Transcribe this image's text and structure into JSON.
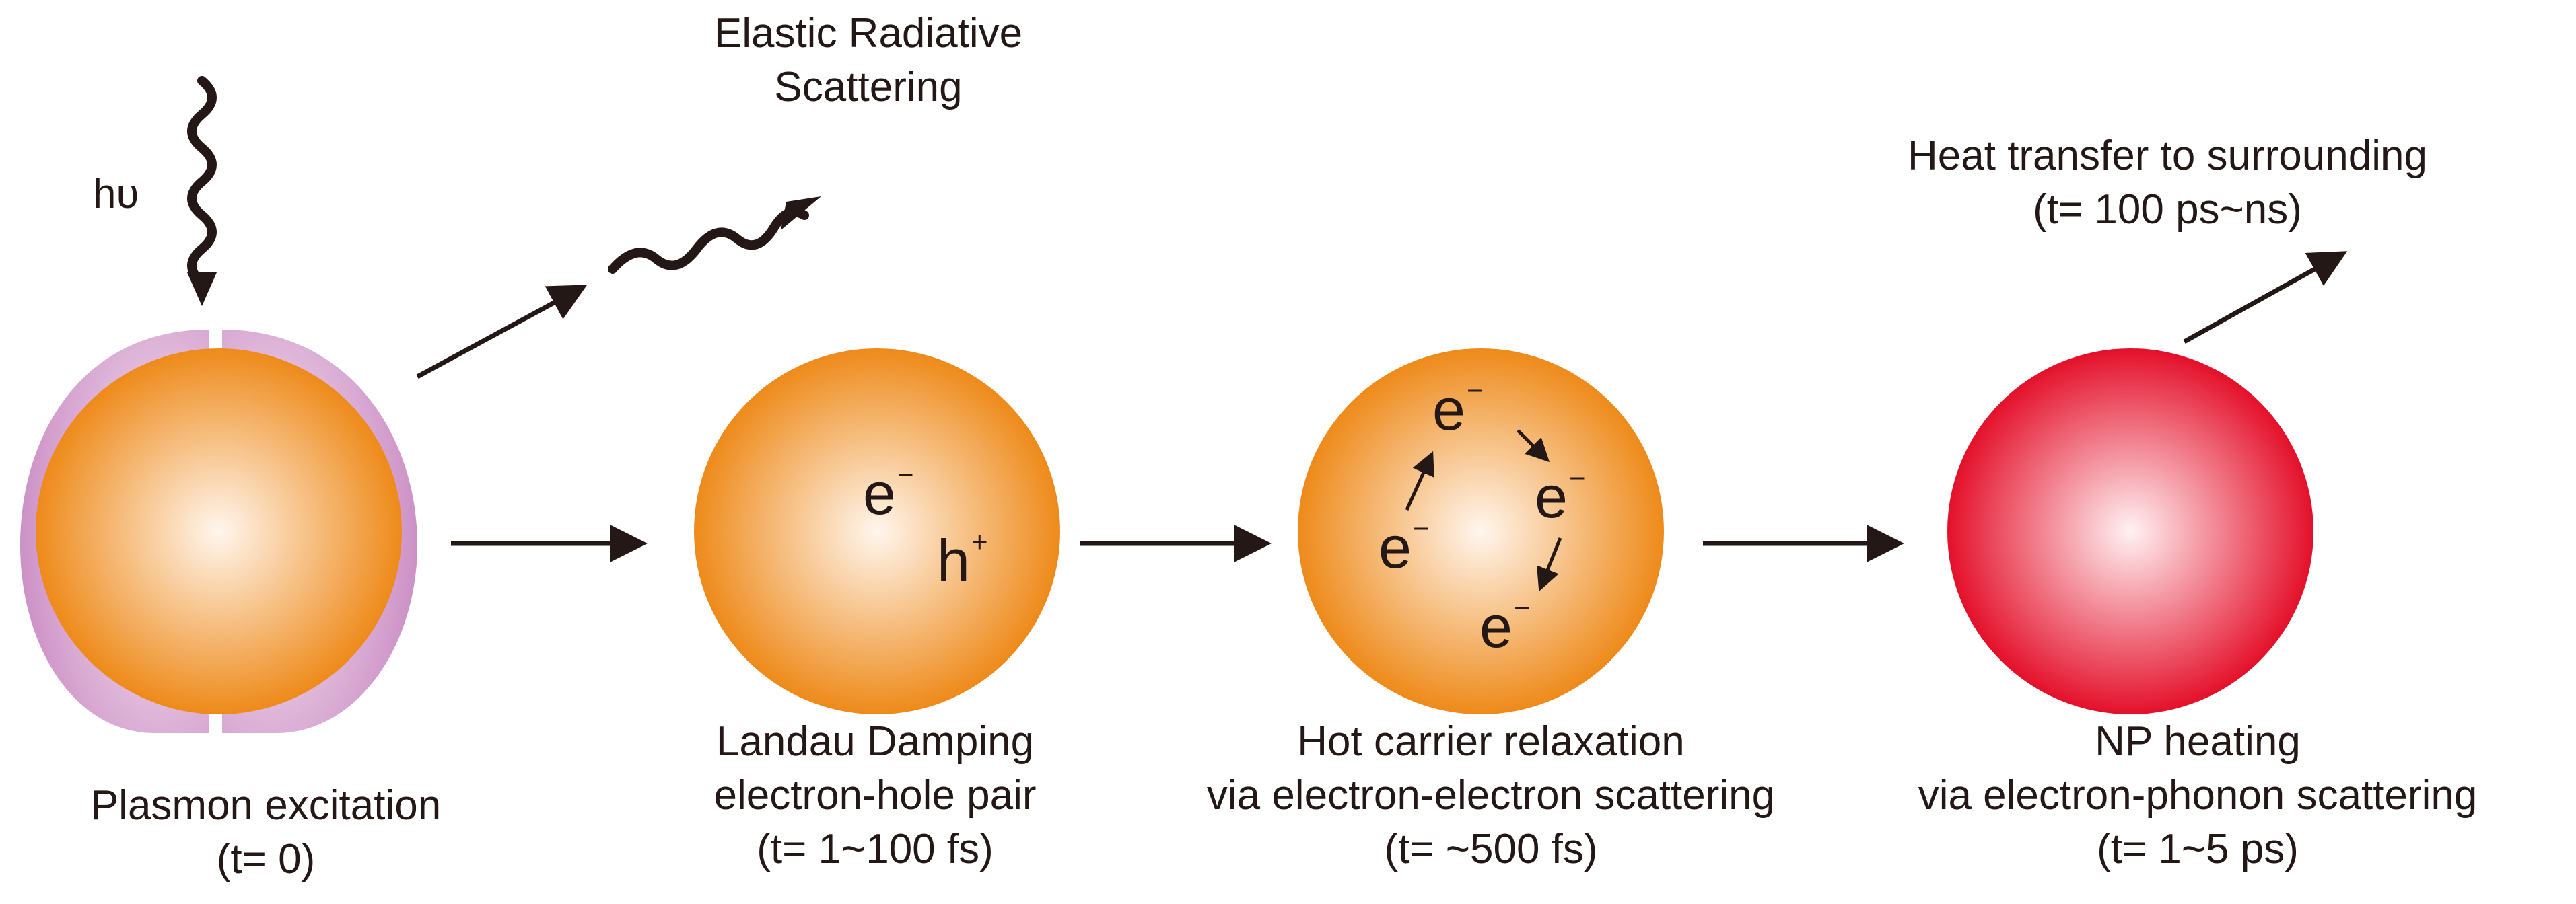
{
  "stages": [
    {
      "id": "plasmon",
      "label_lines": [
        "Plasmon excitation",
        "(t= 0)"
      ]
    },
    {
      "id": "landau",
      "label_lines": [
        "Landau Damping",
        "electron-hole pair",
        "(t= 1~100 fs)"
      ]
    },
    {
      "id": "hot-carrier",
      "label_lines": [
        "Hot carrier relaxation",
        "via electron-electron scattering",
        "(t= ~500 fs)"
      ]
    },
    {
      "id": "np-heating",
      "label_lines": [
        "NP heating",
        "via electron-phonon scattering",
        "(t= 1~5 ps)"
      ]
    }
  ],
  "photon_label": "hυ",
  "elastic_scattering_lines": [
    "Elastic Radiative",
    "Scattering"
  ],
  "heat_transfer_lines": [
    "Heat transfer to surrounding",
    "(t= 100 ps~ns)"
  ],
  "landau_symbols": {
    "electron": "e",
    "electron_sup": "−",
    "hole": "h",
    "hole_sup": "+"
  },
  "hot_carrier_symbol": {
    "base": "e",
    "sup": "−"
  },
  "colors": {
    "gold_center": "#fff6ee",
    "gold_edge": "#ee8a1a",
    "red_center": "#fff2f3",
    "red_edge": "#e4102a",
    "plasmon_lobe_center": "#f4dcec",
    "plasmon_lobe_edge": "#c98ac2",
    "ink": "#231815"
  }
}
